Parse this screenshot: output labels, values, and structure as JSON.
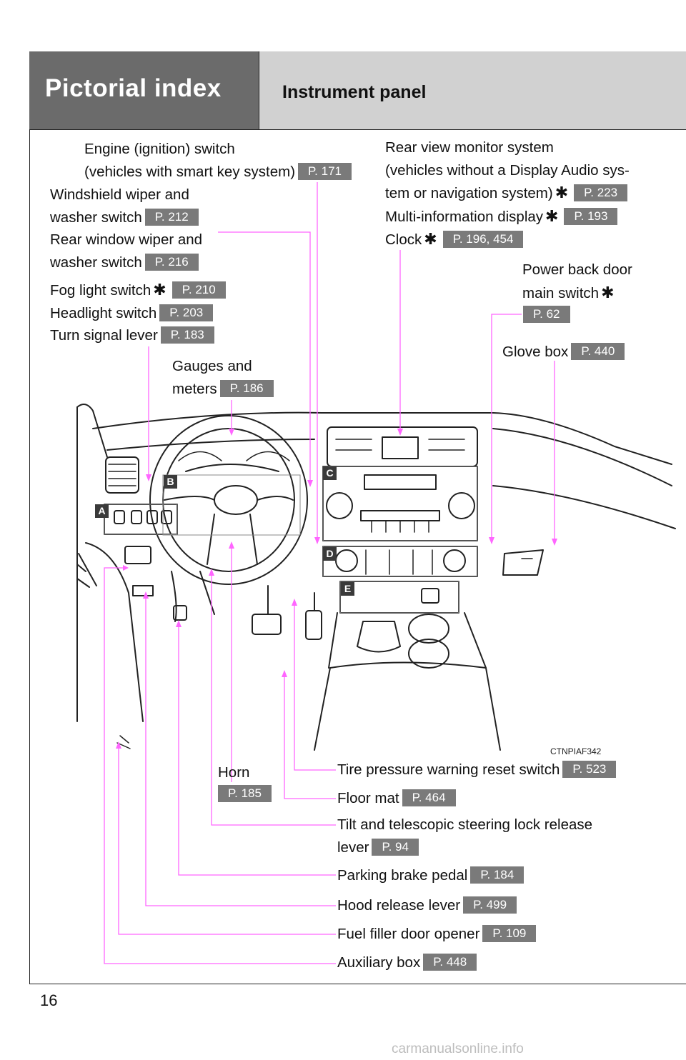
{
  "header": {
    "section_title": "Pictorial index",
    "subsection_title": "Instrument panel"
  },
  "callouts": {
    "engine_switch": {
      "line1": "Engine (ignition) switch",
      "line2": "(vehicles with smart key system)",
      "page": "P. 171"
    },
    "windshield_wiper": {
      "line1": "Windshield wiper and",
      "line2": "washer switch",
      "page": "P. 212"
    },
    "rear_wiper": {
      "line1": "Rear window wiper and",
      "line2": "washer switch",
      "page": "P. 216"
    },
    "fog_light": {
      "label": "Fog light switch",
      "page": "P. 210"
    },
    "headlight": {
      "label": "Headlight switch",
      "page": "P. 203"
    },
    "turn_signal": {
      "label": "Turn signal lever",
      "page": "P. 183"
    },
    "gauges": {
      "line1": "Gauges and",
      "line2": "meters",
      "page": "P. 186"
    },
    "rear_view_monitor": {
      "line1": "Rear view monitor system",
      "line2": "(vehicles without a Display Audio sys-",
      "line3": "tem or navigation system)",
      "page": "P. 223"
    },
    "multi_info": {
      "label": "Multi-information display",
      "page": "P. 193"
    },
    "clock": {
      "label": "Clock",
      "page": "P. 196, 454"
    },
    "power_back_door": {
      "line1": "Power back door",
      "line2": "main switch",
      "page": "P. 62"
    },
    "glove_box": {
      "label": "Glove box",
      "page": "P. 440"
    },
    "horn": {
      "label": "Horn",
      "page": "P. 185"
    },
    "tire_pressure": {
      "label": "Tire pressure warning reset switch",
      "page": "P. 523"
    },
    "floor_mat": {
      "label": "Floor mat",
      "page": "P. 464"
    },
    "tilt_steering": {
      "line1": "Tilt and telescopic steering lock release",
      "line2": "lever",
      "page": "P. 94"
    },
    "parking_brake": {
      "label": "Parking brake pedal",
      "page": "P. 184"
    },
    "hood_release": {
      "label": "Hood release lever",
      "page": "P. 499"
    },
    "fuel_filler": {
      "label": "Fuel filler door opener",
      "page": "P. 109"
    },
    "auxiliary_box": {
      "label": "Auxiliary box",
      "page": "P. 448"
    }
  },
  "figure": {
    "code": "CTNPIAF342",
    "tags": {
      "a": "A",
      "b": "B",
      "c": "C",
      "d": "D",
      "e": "E"
    },
    "star_symbol": "✱",
    "leader_color": "#ff66ff"
  },
  "footer": {
    "page_number": "16",
    "watermark": "carmanualsonline.info"
  }
}
